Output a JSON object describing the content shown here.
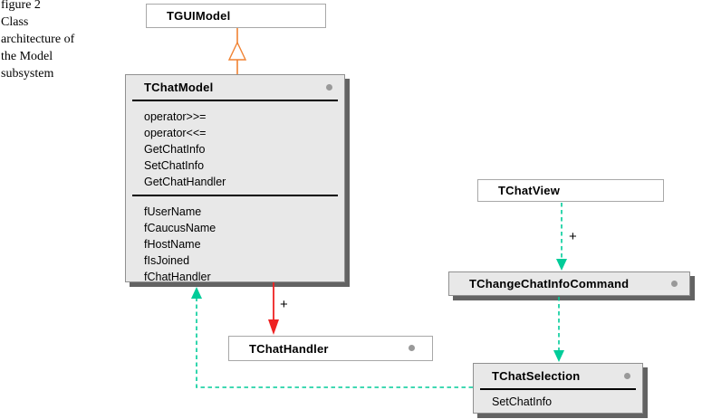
{
  "caption": "figure 2\nClass\narchitecture of\nthe Model\nsubsystem",
  "classes": {
    "tguimodel": {
      "name": "TGUIModel"
    },
    "tchatmodel": {
      "name": "TChatModel",
      "methods": [
        "operator>>=",
        "operator<<=",
        "GetChatInfo",
        "SetChatInfo",
        "GetChatHandler"
      ],
      "fields": [
        "fUserName",
        "fCaucusName",
        "fHostName",
        "fIsJoined",
        "fChatHandler"
      ]
    },
    "tchatview": {
      "name": "TChatView"
    },
    "tchangechatinfocommand": {
      "name": "TChangeChatInfoCommand"
    },
    "tchathandler": {
      "name": "TChatHandler"
    },
    "tchatselection": {
      "name": "TChatSelection",
      "methods": [
        "SetChatInfo"
      ]
    }
  },
  "connectors": {
    "tchatmodel_to_tchathandler_label": "+",
    "tchatview_to_tchangechatinfocommand_label": "+"
  },
  "colors": {
    "inheritance": "#f08232",
    "composition": "#ee2222",
    "dependency": "#00cc99",
    "class_fill": "#e8e8e8",
    "shadow": "#636363",
    "dot": "#999999",
    "border_plain": "#a8a8a8"
  }
}
